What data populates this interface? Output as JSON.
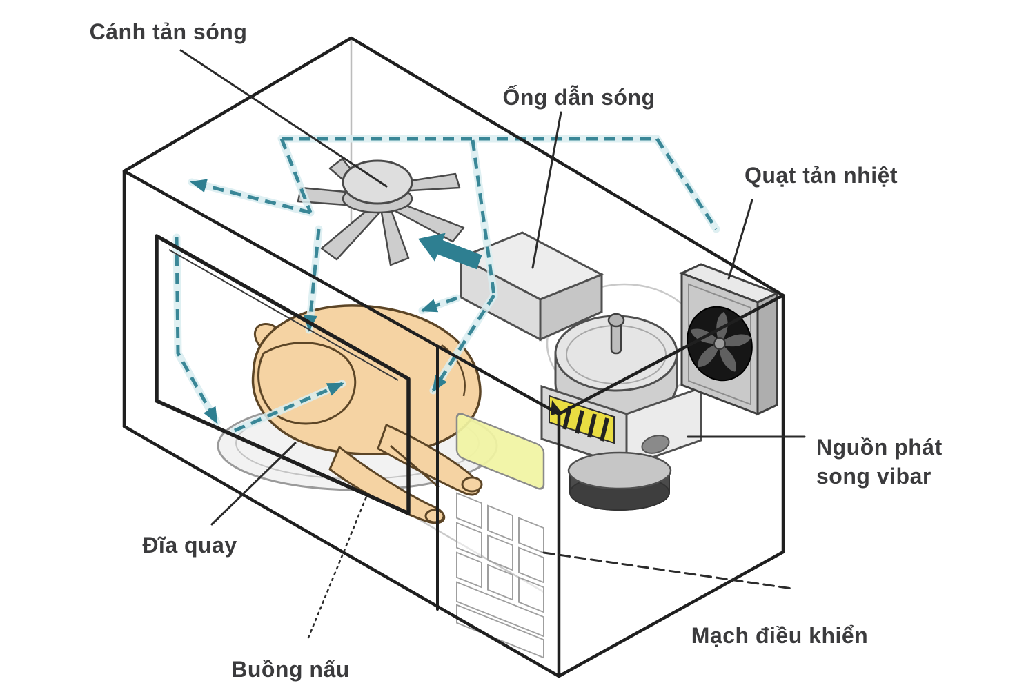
{
  "labels": {
    "stirrer": "Cánh tản sóng",
    "waveguide": "Ống dẫn sóng",
    "cooling_fan": "Quạt tản nhiệt",
    "magnetron_line1": "Nguồn phát",
    "magnetron_line2": "song vibar",
    "turntable": "Đĩa quay",
    "cooking_chamber": "Buồng nấu",
    "control_board": "Mạch điều khiển"
  },
  "colors": {
    "outline_black": "#1f1f1f",
    "label_text": "#3b3b3d",
    "wave_dash_teal": "#3a8797",
    "wave_halo": "#d9edf0",
    "solid_arrow": "#2e7f91",
    "chicken_fill": "#f5d3a3",
    "chicken_outline": "#5c4526",
    "plate_fill": "#f2f2f2",
    "display_yellow": "#f1f4a2",
    "warning_yellow": "#eadd42",
    "metal_light": "#e9e9e9",
    "metal_mid": "#cfcfcf",
    "metal_dark": "#aeaeae",
    "fan_dark": "#161616"
  }
}
